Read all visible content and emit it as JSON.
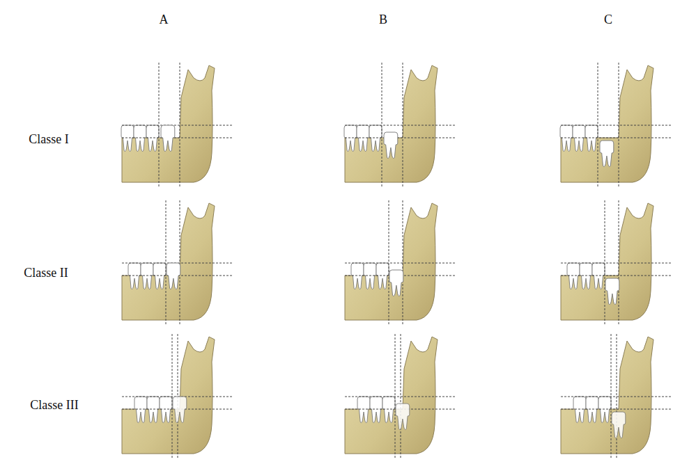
{
  "diagram": {
    "labels": [
      "A",
      "B",
      "C",
      "Classe I",
      "Classe II",
      "Classe III"
    ]
  }
}
